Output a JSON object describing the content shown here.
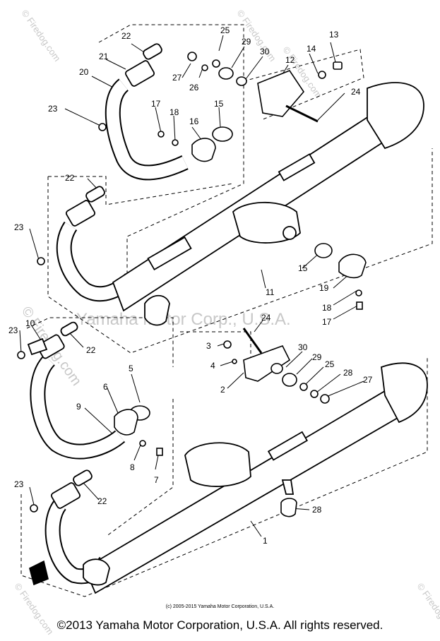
{
  "watermarks": {
    "center": "Yamaha Motor Corp., U.S.A.",
    "side": "© Firedog.com",
    "corner": "© Firedog.com"
  },
  "credit_small": "(c) 2005-2015 Yamaha Motor Corporation, U.S.A.",
  "copyright": "©2013 Yamaha Motor Corporation, U.S.A. All rights reserved.",
  "labels": {
    "l1": "1",
    "l2": "2",
    "l3": "3",
    "l4": "4",
    "l5": "5",
    "l6": "6",
    "l7": "7",
    "l8": "8",
    "l9": "9",
    "l10": "10",
    "l11": "11",
    "l12": "12",
    "l13": "13",
    "l14": "14",
    "l15a": "15",
    "l15b": "15",
    "l16": "16",
    "l17a": "17",
    "l17b": "17",
    "l18a": "18",
    "l18b": "18",
    "l19": "19",
    "l20": "20",
    "l21": "21",
    "l22a": "22",
    "l22b": "22",
    "l22c": "22",
    "l22d": "22",
    "l23a": "23",
    "l23b": "23",
    "l23c": "23",
    "l23d": "23",
    "l24a": "24",
    "l24b": "24",
    "l25a": "25",
    "l25b": "25",
    "l26": "26",
    "l27a": "27",
    "l27b": "27",
    "l28a": "28",
    "l28b": "28",
    "l29a": "29",
    "l29b": "29",
    "l30a": "30",
    "l30b": "30"
  }
}
